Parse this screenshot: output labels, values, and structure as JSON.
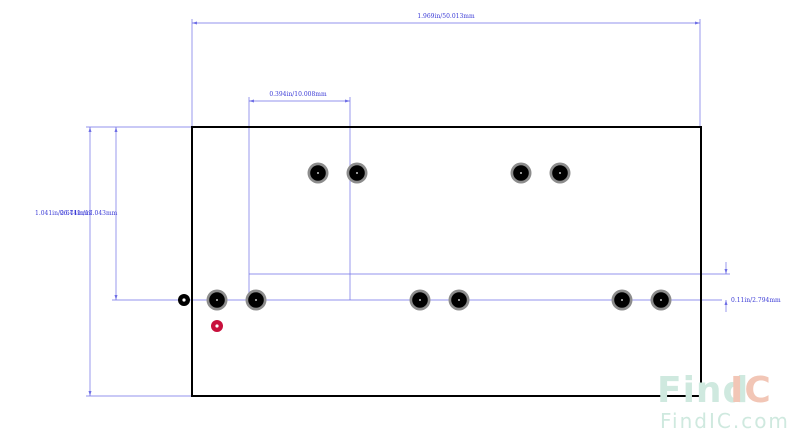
{
  "dimensions": {
    "overall_width": "1.969in/50.013mm",
    "pad_pitch": "0.394in/10.008mm",
    "overall_height": "1.041in/26.441mm",
    "pin_row_to_top": "0.671in/17.043mm",
    "row_offset": "0.11in/2.794mm"
  },
  "watermark": {
    "logo_find": "Find",
    "logo_ic": "IC",
    "site": "FindIC.com"
  },
  "colors": {
    "outline": "#000000",
    "dimension_line": "#6f6fe6",
    "dimension_text": "#3b3bd6",
    "pad_ring": "#8c8c8c",
    "pad_fill": "#000000",
    "pin1_marker": "#c8103c",
    "watermark_find": "#cfe9df",
    "watermark_ic": "#f2c6b6",
    "watermark_site": "#cfe9df"
  }
}
